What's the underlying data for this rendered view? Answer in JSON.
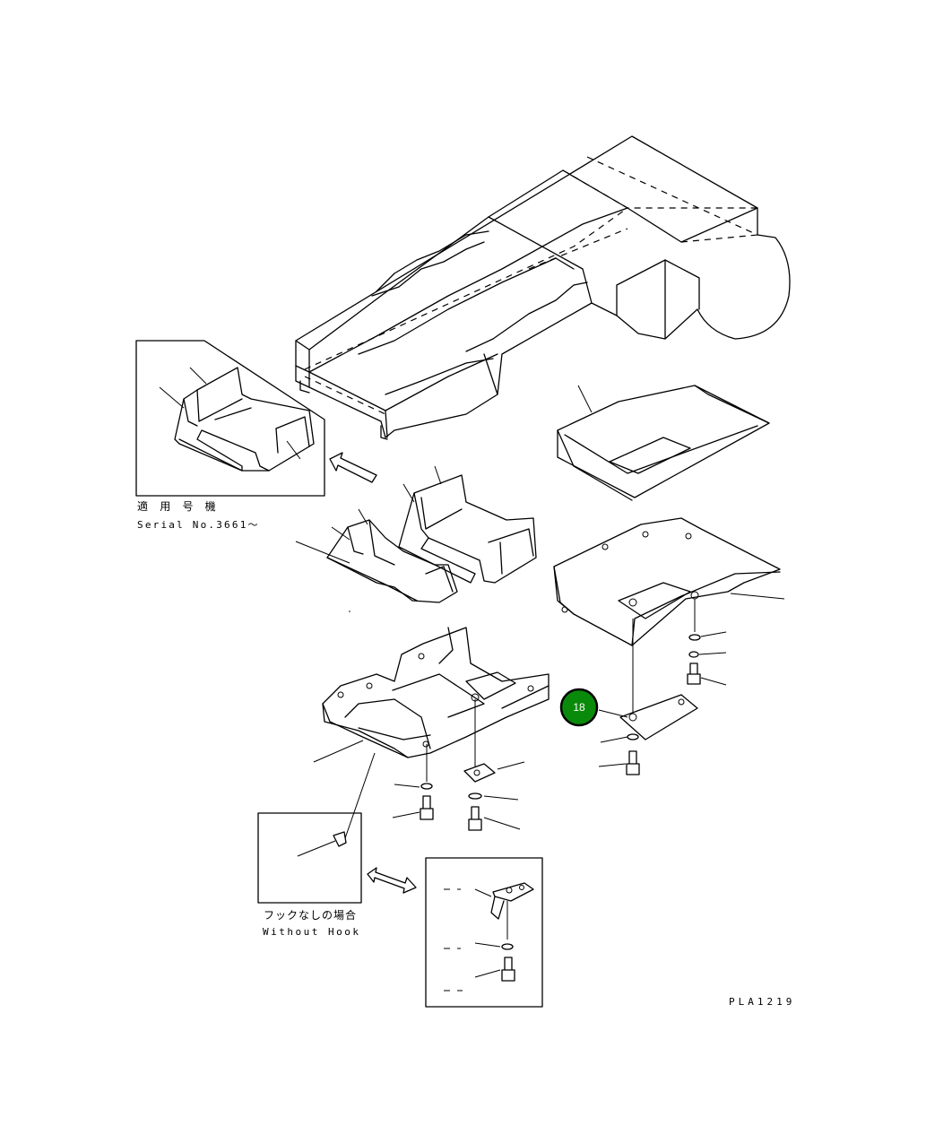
{
  "drawing_number": "PLA1219",
  "inset_serial": {
    "title": "適 用 号 機",
    "serial": "Serial No.3661～"
  },
  "inset_without_hook": {
    "title": "フックなしの場合",
    "subtitle": "Without Hook"
  },
  "callout": {
    "number": "18",
    "color": "#0a8a0a",
    "ring_color": "#000000"
  }
}
